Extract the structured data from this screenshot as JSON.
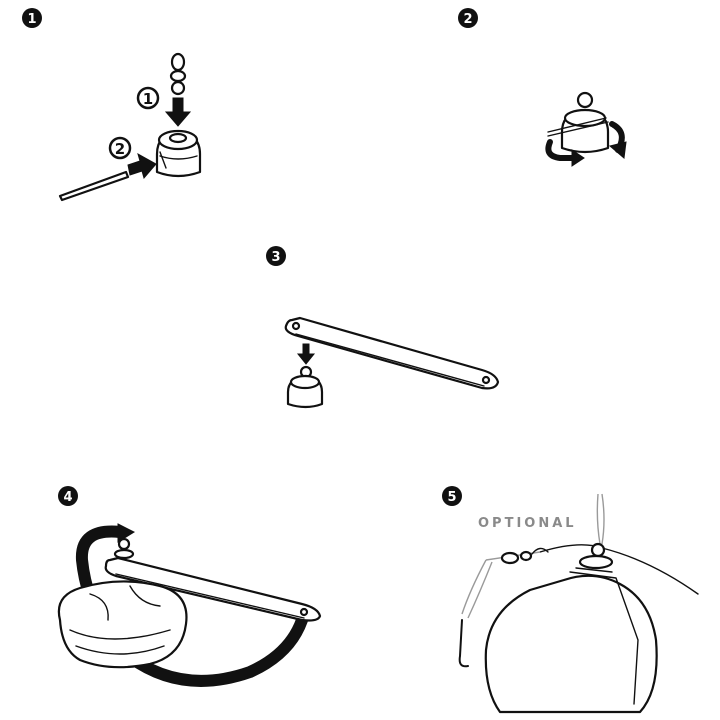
{
  "steps": [
    {
      "number": "1",
      "substeps": [
        "1",
        "2"
      ]
    },
    {
      "number": "2"
    },
    {
      "number": "3"
    },
    {
      "number": "4"
    },
    {
      "number": "5",
      "label": "OPTIONAL"
    }
  ]
}
